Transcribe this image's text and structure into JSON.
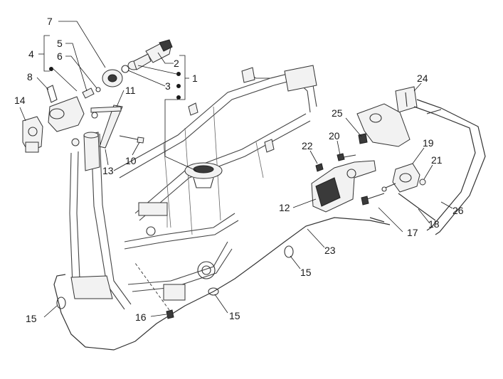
{
  "callouts": {
    "c1": "1",
    "c2": "2",
    "c3": "3",
    "c4": "4",
    "c5": "5",
    "c6": "6",
    "c7": "7",
    "c8": "8",
    "c10": "10",
    "c11": "11",
    "c12": "12",
    "c13": "13",
    "c14": "14",
    "c15a": "15",
    "c15b": "15",
    "c15c": "15",
    "c16": "16",
    "c17": "17",
    "c18": "18",
    "c19": "19",
    "c20": "20",
    "c21": "21",
    "c22": "22",
    "c23": "23",
    "c24": "24",
    "c25": "25",
    "c26": "26"
  },
  "colors": {
    "line": "#333333",
    "text": "#1a1a1a",
    "background": "#ffffff"
  }
}
